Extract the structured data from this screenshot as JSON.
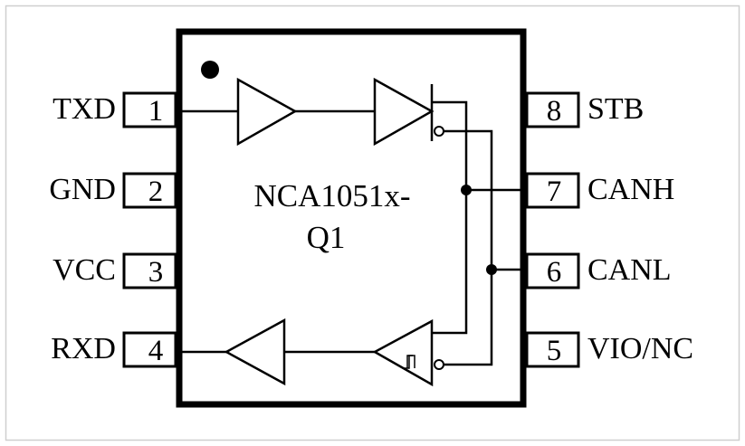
{
  "chip": {
    "name_line1": "NCA1051x-",
    "name_line2": "Q1"
  },
  "pins": [
    {
      "number": "1",
      "name": "TXD"
    },
    {
      "number": "2",
      "name": "GND"
    },
    {
      "number": "3",
      "name": "VCC"
    },
    {
      "number": "4",
      "name": "RXD"
    },
    {
      "number": "5",
      "name": "VIO/NC"
    },
    {
      "number": "6",
      "name": "CANL"
    },
    {
      "number": "7",
      "name": "CANH"
    },
    {
      "number": "8",
      "name": "STB"
    }
  ],
  "colors": {
    "line": "#000000",
    "frame": "#cfcfcf",
    "background": "#ffffff"
  }
}
